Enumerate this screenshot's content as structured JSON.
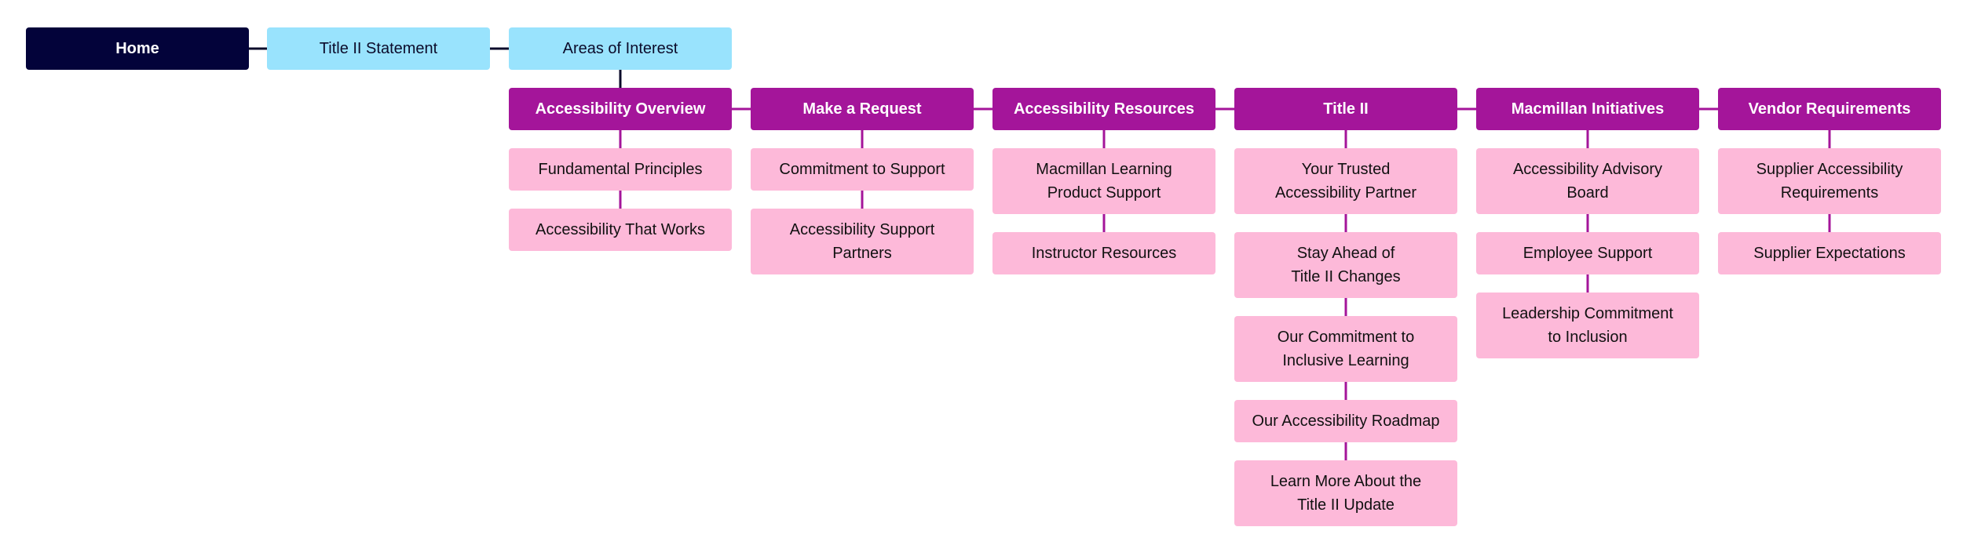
{
  "colors": {
    "home_bg": "#03033a",
    "top_bg": "#99e3fd",
    "category_bg": "#a4159a",
    "subpage_bg": "#fdb9d9",
    "dark_connector": "#0b0b2a",
    "purple_connector": "#a4159a"
  },
  "top_row": [
    {
      "label": "Home",
      "kind": "home"
    },
    {
      "label": "Title II Statement",
      "kind": "top"
    },
    {
      "label": "Areas of Interest",
      "kind": "top"
    }
  ],
  "categories": [
    {
      "label": "Accessibility Overview",
      "children": [
        "Fundamental Principles",
        "Accessibility That Works"
      ]
    },
    {
      "label": "Make a Request",
      "children": [
        "Commitment to Support",
        "Accessibility Support\nPartners"
      ]
    },
    {
      "label": "Accessibility Resources",
      "children": [
        "Macmillan Learning\nProduct Support",
        "Instructor Resources"
      ]
    },
    {
      "label": "Title II",
      "children": [
        "Your Trusted\nAccessibility Partner",
        "Stay Ahead of\nTitle II Changes",
        "Our Commitment to\nInclusive Learning",
        "Our Accessibility Roadmap",
        "Learn More About the\nTitle II Update"
      ]
    },
    {
      "label": "Macmillan Initiatives",
      "children": [
        "Accessibility Advisory\nBoard",
        "Employee Support",
        "Leadership Commitment\nto Inclusion"
      ]
    },
    {
      "label": "Vendor Requirements",
      "children": [
        "Supplier Accessibility\nRequirements",
        "Supplier Expectations"
      ]
    }
  ]
}
